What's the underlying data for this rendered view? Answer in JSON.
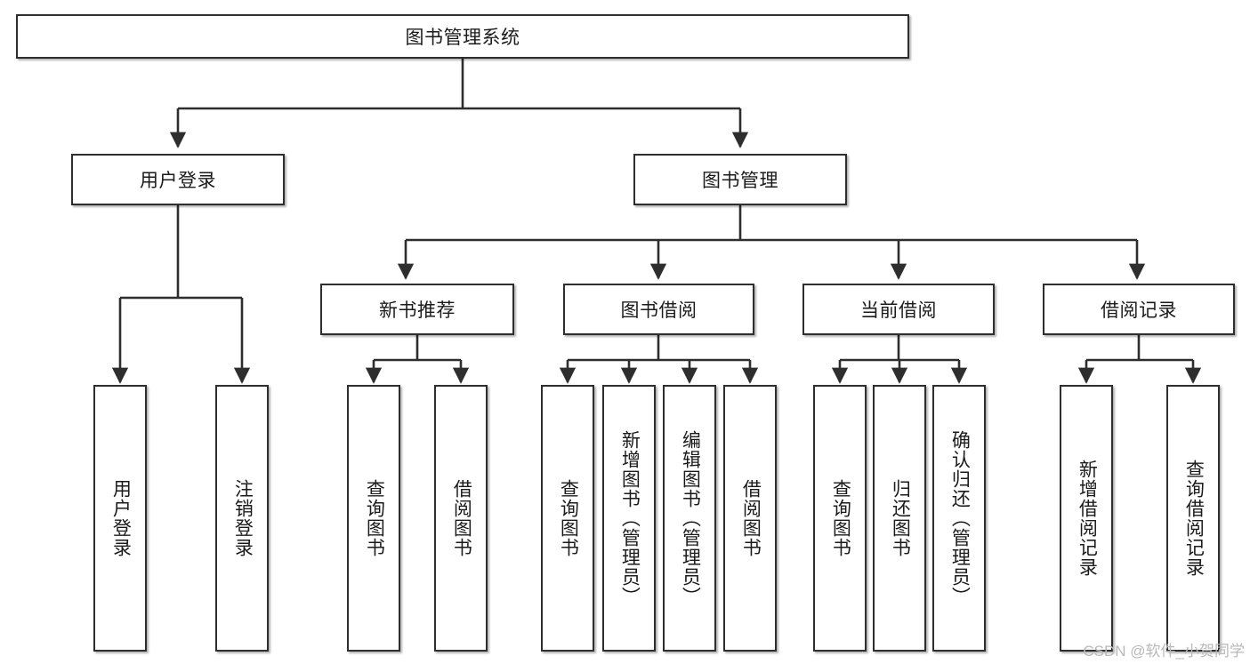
{
  "diagram": {
    "type": "tree-hierarchy-diagram",
    "title": "图书管理系统",
    "watermark": "CSDN @软件_小贺同学",
    "colors": {
      "background": "#ffffff",
      "box_border": "#2e2e2e",
      "box_fill": "#ffffff",
      "connector": "#2e2e2e",
      "text": "#1b1b1b",
      "watermark": "#b9b9b9"
    },
    "root": {
      "label": "图书管理系统"
    },
    "level2": [
      {
        "id": "user-login",
        "label": "用户登录"
      },
      {
        "id": "book-management",
        "label": "图书管理"
      }
    ],
    "level3": [
      {
        "id": "new-book-recommend",
        "label": "新书推荐",
        "parent": "book-management"
      },
      {
        "id": "book-borrow",
        "label": "图书借阅",
        "parent": "book-management"
      },
      {
        "id": "current-borrow",
        "label": "当前借阅",
        "parent": "book-management"
      },
      {
        "id": "borrow-record",
        "label": "借阅记录",
        "parent": "book-management"
      }
    ],
    "leaves": {
      "user_login": [
        {
          "id": "leaf-user-login",
          "label": "用户登录"
        },
        {
          "id": "leaf-logout",
          "label": "注销登录"
        }
      ],
      "new_book_recommend": [
        {
          "id": "leaf-query-book-1",
          "label": "查询图书"
        },
        {
          "id": "leaf-borrow-book-1",
          "label": "借阅图书"
        }
      ],
      "book_borrow": [
        {
          "id": "leaf-query-book-2",
          "label": "查询图书"
        },
        {
          "id": "leaf-add-book",
          "label": "新增图书（管理员）"
        },
        {
          "id": "leaf-edit-book",
          "label": "编辑图书（管理员）"
        },
        {
          "id": "leaf-borrow-book-2",
          "label": "借阅图书"
        }
      ],
      "current_borrow": [
        {
          "id": "leaf-query-book-3",
          "label": "查询图书"
        },
        {
          "id": "leaf-return-book",
          "label": "归还图书"
        },
        {
          "id": "leaf-confirm-return",
          "label": "确认归还（管理员）"
        }
      ],
      "borrow_record": [
        {
          "id": "leaf-add-record",
          "label": "新增借阅记录"
        },
        {
          "id": "leaf-query-record",
          "label": "查询借阅记录"
        }
      ]
    }
  }
}
